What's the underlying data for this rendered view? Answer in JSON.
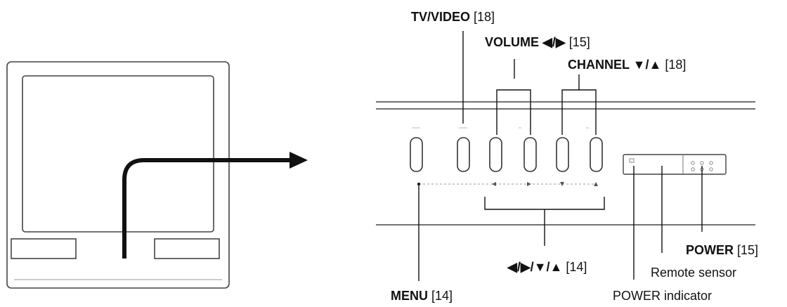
{
  "labels": {
    "tv_video": {
      "name": "TV/VIDEO",
      "ref": "[18]"
    },
    "volume": {
      "name": "VOLUME ◀/▶",
      "ref": "[15]"
    },
    "channel": {
      "name": "CHANNEL ▼/▲",
      "ref": "[18]"
    },
    "menu": {
      "name": "MENU",
      "ref": "[14]"
    },
    "arrows": {
      "name": "◀/▶/▼/▲",
      "ref": "[14]"
    },
    "power": {
      "name": "POWER",
      "ref": "[15]"
    },
    "remote_sensor": "Remote sensor",
    "power_indicator": "POWER indicator"
  },
  "colors": {
    "line": "#111111",
    "panel": "#444444",
    "faint": "#888888"
  }
}
